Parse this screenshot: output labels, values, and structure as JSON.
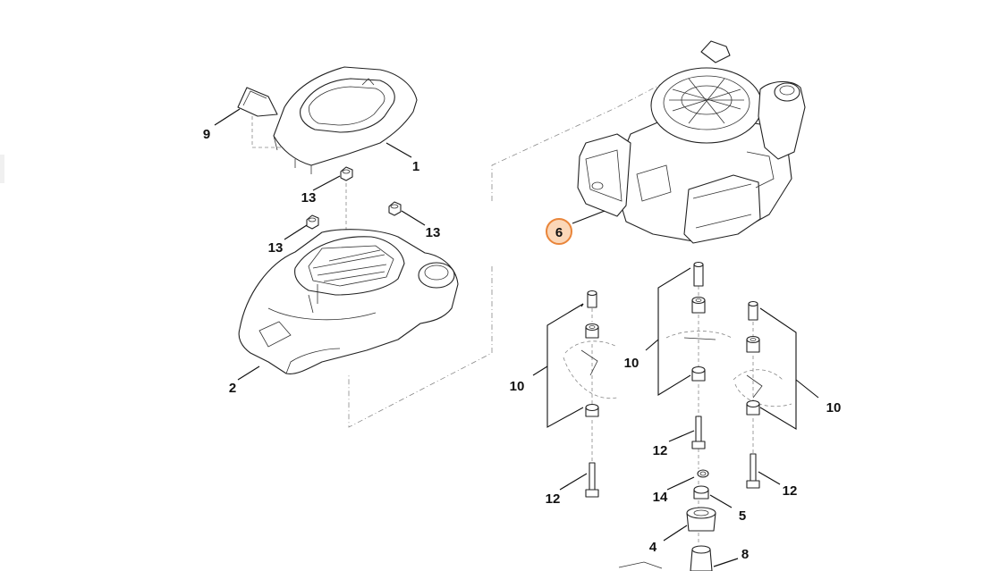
{
  "diagram": {
    "callouts": [
      {
        "id": "9",
        "label": "9"
      },
      {
        "id": "1",
        "label": "1"
      },
      {
        "id": "13a",
        "label": "13"
      },
      {
        "id": "13b",
        "label": "13"
      },
      {
        "id": "13c",
        "label": "13"
      },
      {
        "id": "2",
        "label": "2"
      },
      {
        "id": "6",
        "label": "6",
        "highlighted": true
      },
      {
        "id": "10a",
        "label": "10"
      },
      {
        "id": "10b",
        "label": "10"
      },
      {
        "id": "10c",
        "label": "10"
      },
      {
        "id": "12a",
        "label": "12"
      },
      {
        "id": "12b",
        "label": "12"
      },
      {
        "id": "12c",
        "label": "12"
      },
      {
        "id": "14",
        "label": "14"
      },
      {
        "id": "5",
        "label": "5"
      },
      {
        "id": "4",
        "label": "4"
      },
      {
        "id": "8",
        "label": "8"
      }
    ],
    "highlight_color": "#e9853a",
    "highlight_fill": "#fbd7b8"
  }
}
